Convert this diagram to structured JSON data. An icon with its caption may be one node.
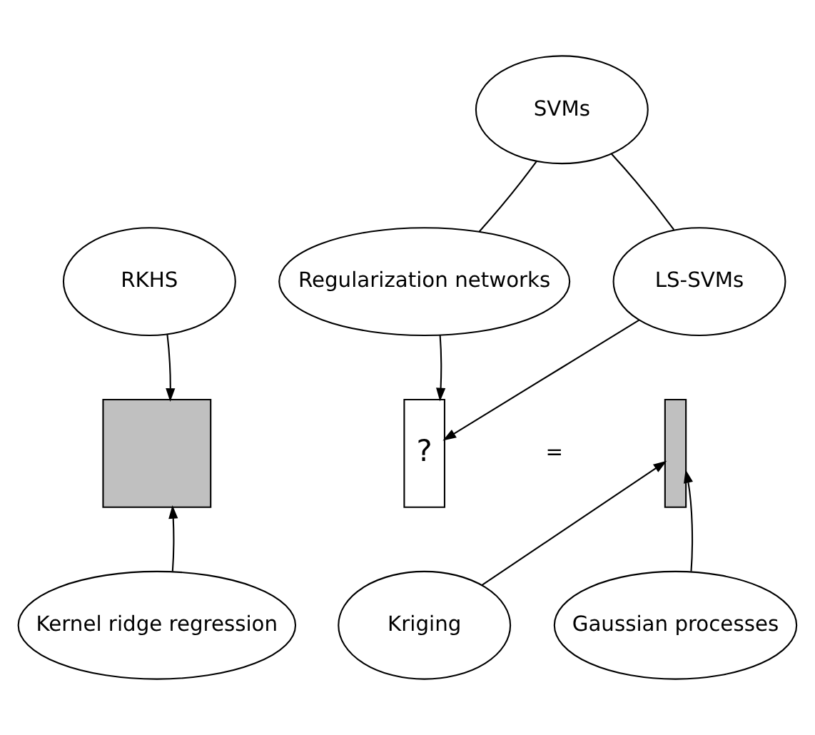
{
  "diagram": {
    "nodes": [
      {
        "text": [
          "SVMs"
        ]
      },
      {
        "text": [
          "Regularization networks"
        ]
      },
      {
        "text": [
          "RKHS"
        ]
      },
      {
        "text": [
          "LS-SVMs"
        ]
      },
      {
        "text": [],
        "shape": "box"
      },
      {
        "text": [
          "?"
        ]
      },
      {
        "text": [],
        "shape": "box"
      },
      {
        "text": [
          "Gaussian processes"
        ]
      },
      {
        "text": [
          "Kernel ridge regression"
        ]
      },
      {
        "text": [
          "Kriging"
        ]
      }
    ],
    "edges": [
      {
        "from": 1,
        "to": 0,
        "arrow": "none"
      },
      {
        "from": 0,
        "to": 3,
        "arrow": "none"
      },
      {
        "from": 2,
        "to": 4,
        "arrow": "to"
      },
      {
        "from": 1,
        "to": 5,
        "arrow": "to"
      },
      {
        "from": 3,
        "to": 5,
        "arrow": "to"
      },
      {
        "from": 7,
        "to": 6,
        "arrow": "to"
      },
      {
        "from": 8,
        "to": 4,
        "arrow": "to"
      },
      {
        "from": 9,
        "to": 6,
        "arrow": "to"
      }
    ],
    "labels": [
      "="
    ]
  }
}
